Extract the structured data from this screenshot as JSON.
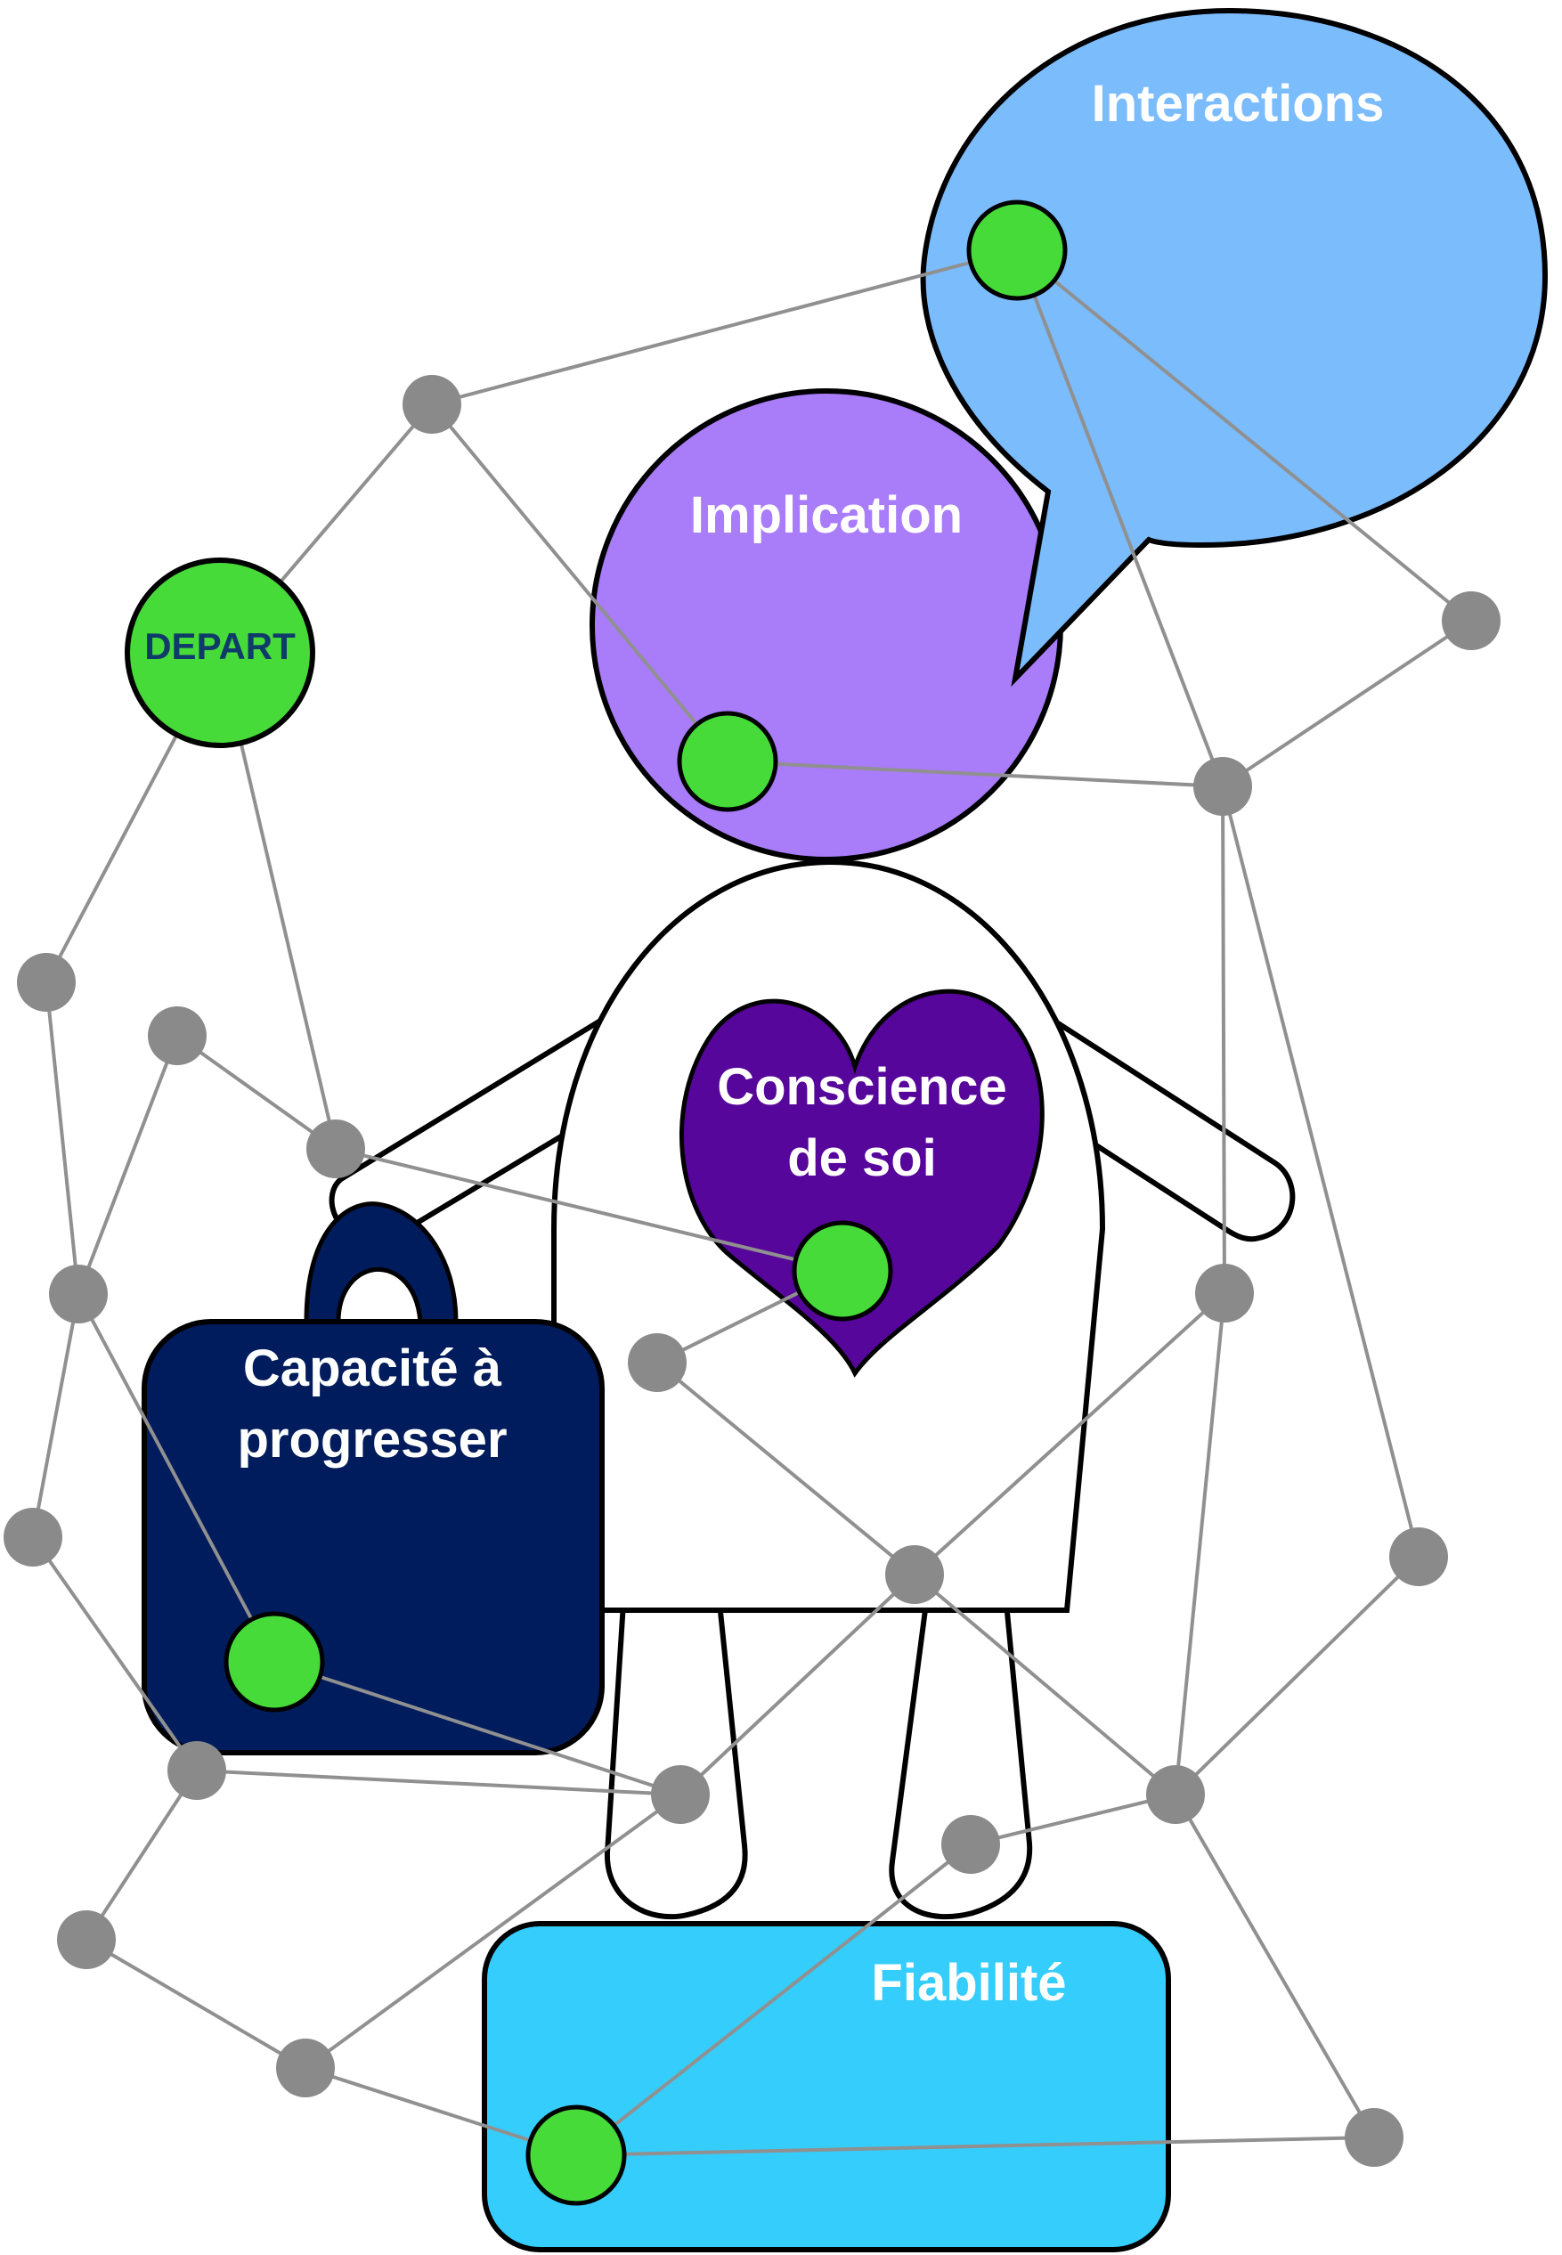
{
  "labels": {
    "interactions": "Interactions",
    "implication": "Implication",
    "depart": "DEPART",
    "conscience_line1": "Conscience",
    "conscience_line2": "de soi",
    "capacite_line1": "Capacité à",
    "capacite_line2": "progresser",
    "fiabilite": "Fiabilité"
  },
  "colors": {
    "interactions_bubble": "#7bbcfd",
    "implication_circle": "#a97cf9",
    "heart": "#56069a",
    "bag": "#001c5c",
    "fiabilite_box": "#35cdfc",
    "green_node": "#46db39",
    "gray_node": "#8a8a8a",
    "edge": "#909090",
    "outline": "#000000",
    "label_text": "#ffffff",
    "depart_text": "#0f3a6a"
  }
}
